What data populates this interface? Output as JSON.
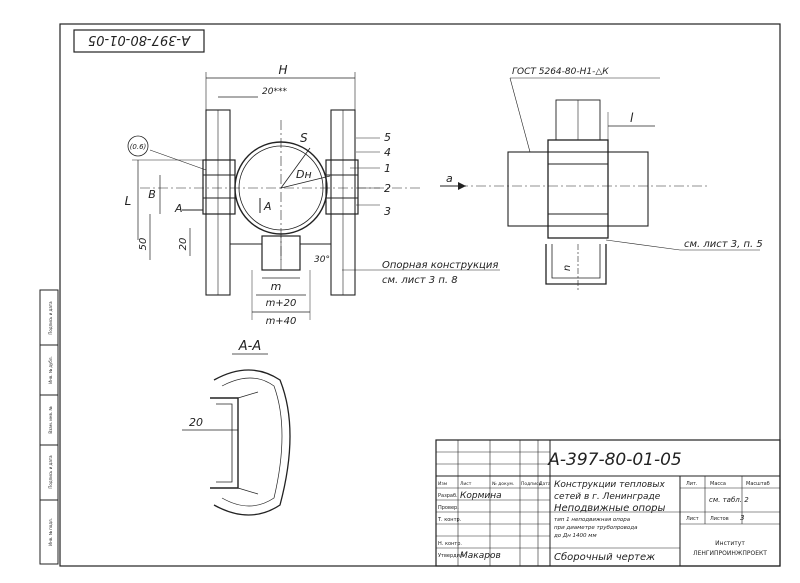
{
  "drawing": {
    "code_rotated": "А-397-80-01-05",
    "code": "А-397-80-01-05",
    "dimensions": {
      "H": "H",
      "gap_20_top": "20***",
      "L": "L",
      "B": "B",
      "dim_50": "50",
      "dim_20": "20",
      "S": "S",
      "Dn": "Dн",
      "m": "m",
      "m20": "m+20",
      "m40": "m+40",
      "angle_30": "30°",
      "l": "l",
      "n": "n",
      "section_20": "20",
      "section_A_left": "A",
      "section_A_center": "A",
      "flow_a": "a"
    },
    "callouts": {
      "c5": "5",
      "c4": "4",
      "c1": "1",
      "c2": "2",
      "c3": "3",
      "c6": "(0.6)"
    },
    "notes": {
      "support_line1": "Опорная конструкция",
      "support_line2": "см. лист 3 п. 8",
      "weld_spec": "ГОСТ 5264-80-Н1-△К",
      "sheet_ref": "см. лист 3, п. 5",
      "section_label": "A-A"
    }
  },
  "title_block": {
    "code": "А-397-80-01-05",
    "name_line1": "Конструкции тепловых",
    "name_line2": "сетей в г. Ленинграде",
    "name_line3": "Неподвижные опоры",
    "name_line4": "Сборочный чертеж",
    "sub_note_line1": "тип 1 неподвижная опора",
    "sub_note_line2": "при диаметре трубопровода",
    "sub_note_line3": "до Дн 1400 мм",
    "col_izm": "Изм",
    "col_list": "Лист",
    "col_doc": "№ докум.",
    "col_sign": "Подпись",
    "col_date": "Дата",
    "role_dev": "Разраб.",
    "person_dev": "Кормина",
    "role_check": "Провер.",
    "role_tcontrol": "Т. контр.",
    "role_ncontrol": "Н. контр.",
    "role_approve": "Утвердил",
    "person_approve": "Макаров",
    "lit_label": "Лит.",
    "mass_label": "Масса",
    "scale_label": "Масштаб",
    "mass_value": "см. табл. 2",
    "sheet_label": "Лист",
    "sheets_label": "Листов",
    "sheets_value": "3",
    "org_line1": "Институт",
    "org_line2": "ЛЕНГИПРОИНЖПРОЕКТ"
  },
  "left_stamp": {
    "cells": [
      "Инв. № подл.",
      "Подпись и дата",
      "Взам. инв. №",
      "Инв. № дубл.",
      "Подпись и дата"
    ]
  }
}
